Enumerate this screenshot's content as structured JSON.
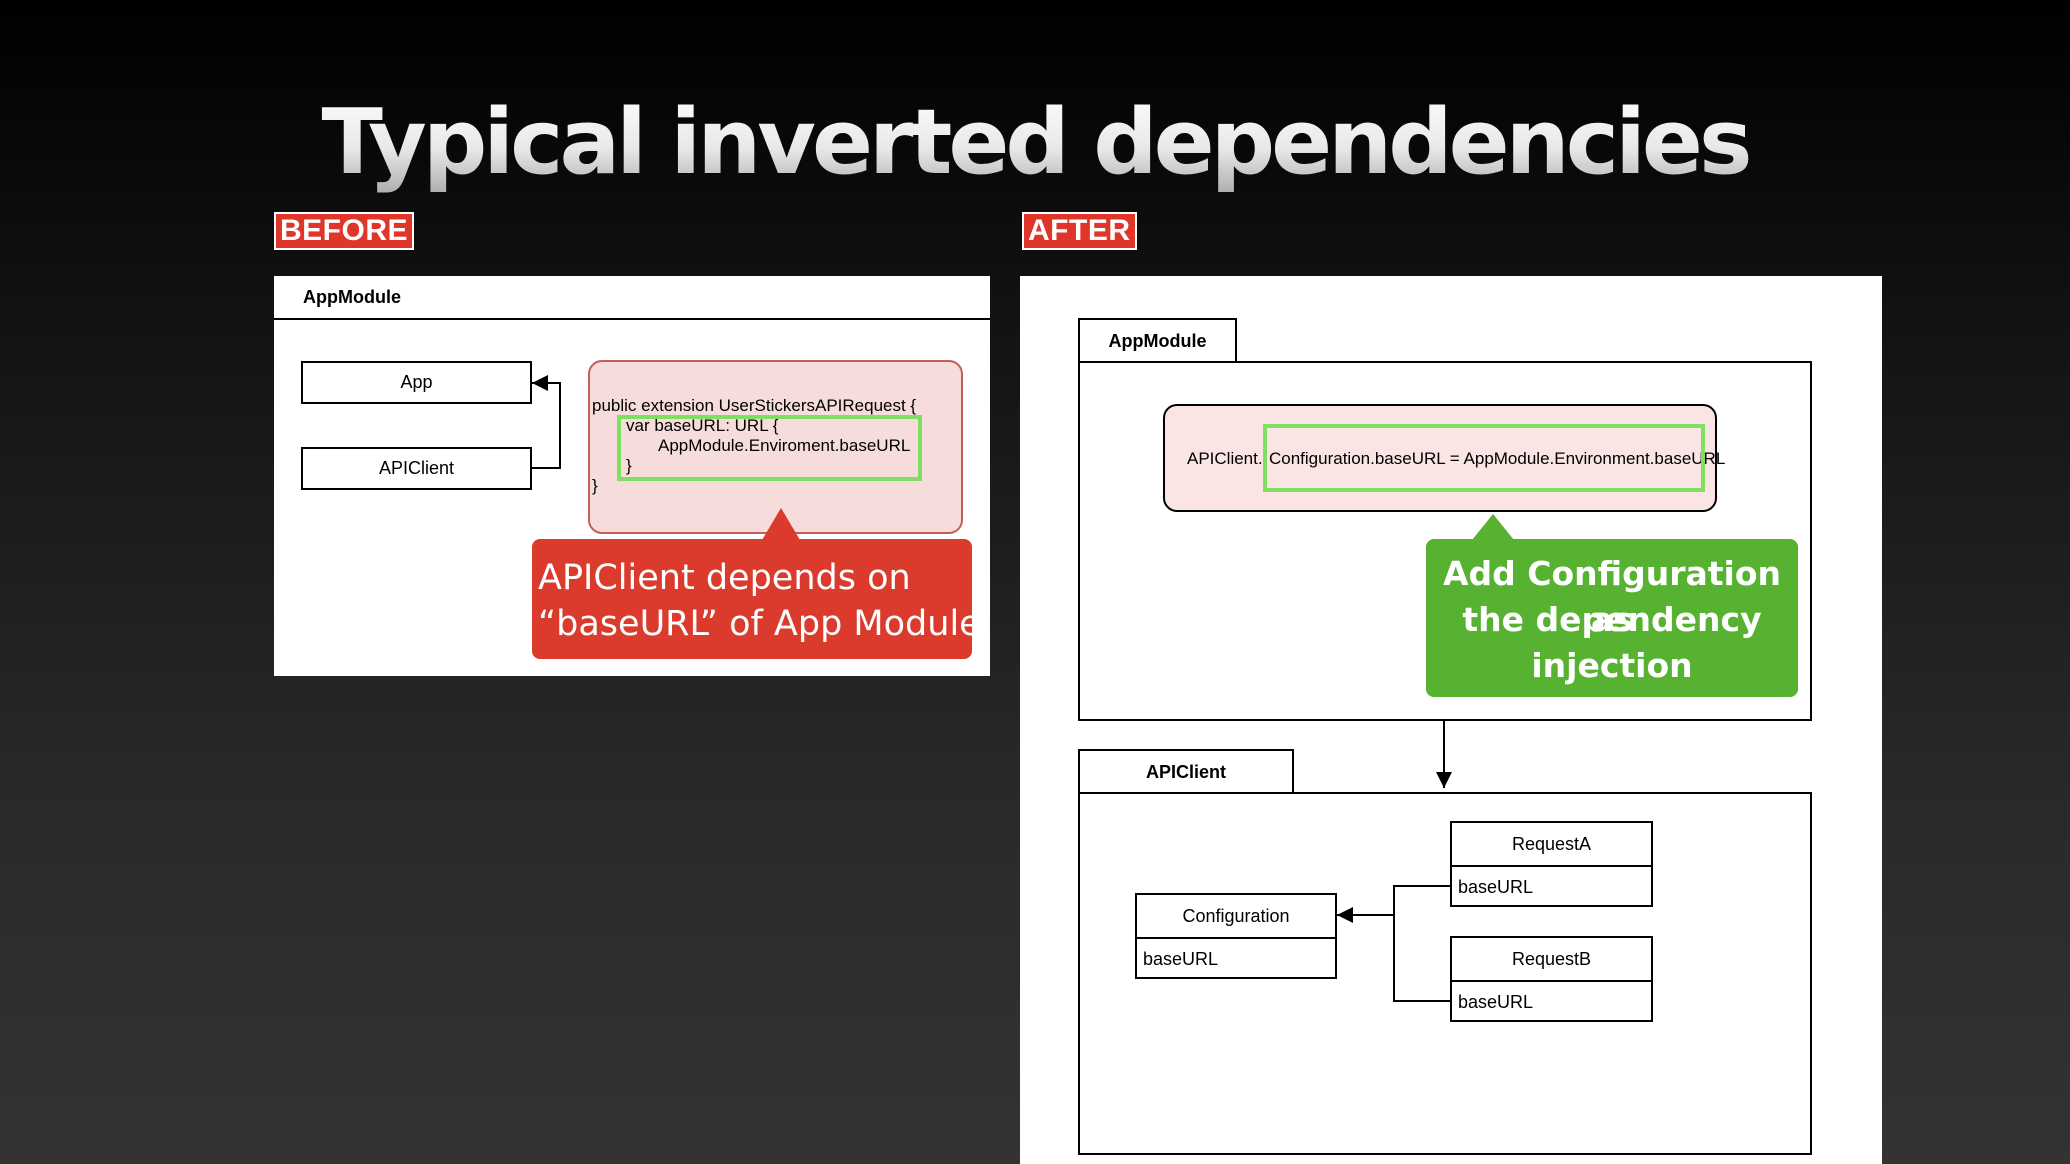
{
  "slide": {
    "title": "Typical inverted dependencies"
  },
  "before": {
    "tag": "BEFORE",
    "module_tab": "AppModule",
    "app_box": "App",
    "apiclient_box": "APIClient",
    "code_lines": [
      "public extension UserStickersAPIRequest {",
      "var baseURL: URL {",
      "AppModule.Enviroment.baseURL",
      "}",
      "}"
    ],
    "callout_lines": [
      "APIClient depends on",
      "“baseURL” of App Module"
    ],
    "colors": {
      "callout": "#da3b2c",
      "highlight": "#7ee05e"
    }
  },
  "after": {
    "tag": "AFTER",
    "appmodule_tab": "AppModule",
    "code_prefix": "APIClient.",
    "code_highlight": "Configuration.baseURL = AppModule.Environment.baseURL",
    "callout_lines": [
      "Add Configuration as",
      "the dependency",
      "injection"
    ],
    "apiclient_tab": "APIClient",
    "configuration": {
      "name": "Configuration",
      "field": "baseURL"
    },
    "request_a": {
      "name": "RequestA",
      "field": "baseURL"
    },
    "request_b": {
      "name": "RequestB",
      "field": "baseURL"
    },
    "colors": {
      "callout": "#56b230",
      "tag": "#e0362a"
    }
  }
}
